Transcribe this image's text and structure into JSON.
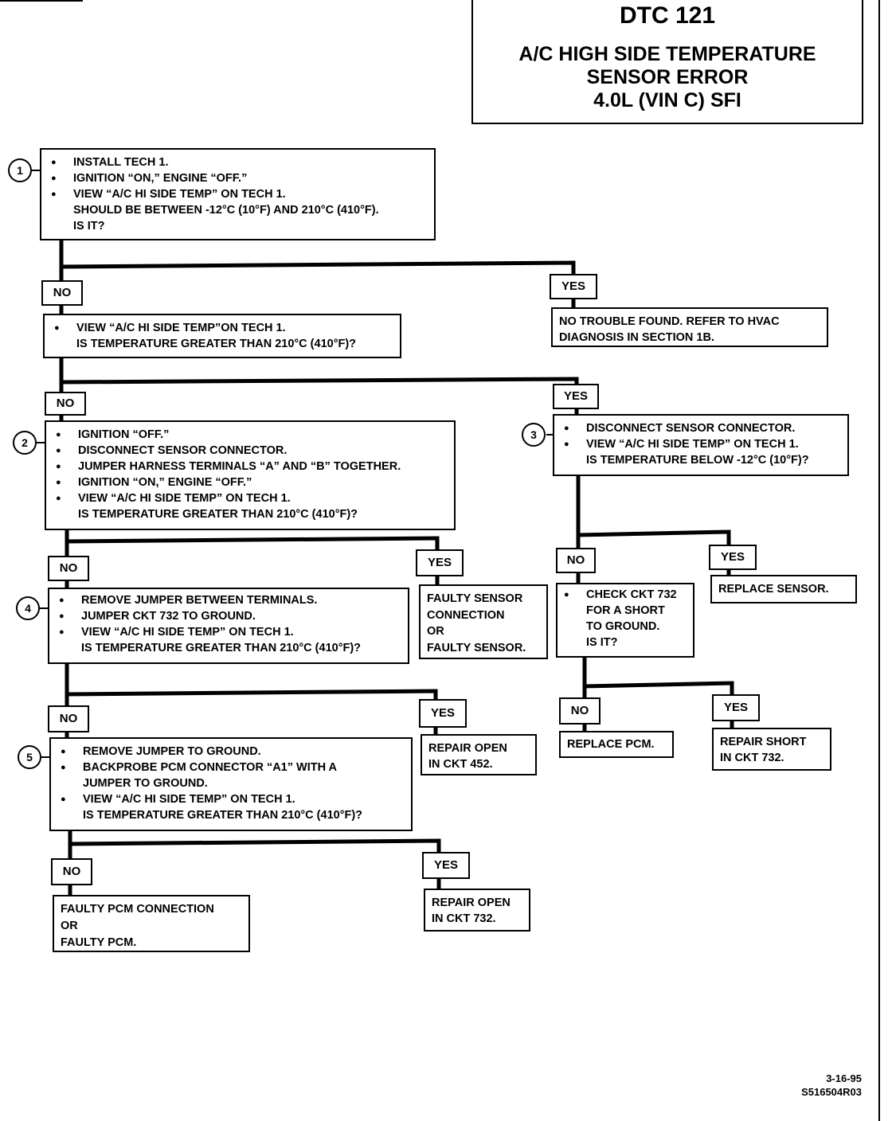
{
  "header": {
    "dtc": "DTC 121",
    "title_line1": "A/C HIGH SIDE TEMPERATURE",
    "title_line2": "SENSOR ERROR",
    "title_line3": "4.0L  (VIN C)  SFI"
  },
  "steps": {
    "s1": {
      "num": "1",
      "lines": [
        "INSTALL TECH 1.",
        "IGNITION “ON,” ENGINE “OFF.”",
        "VIEW “A/C HI SIDE TEMP” ON TECH 1."
      ],
      "cont": [
        "SHOULD BE BETWEEN -12°C (10°F) AND 210°C (410°F).",
        "IS IT?"
      ]
    },
    "s1b": {
      "lines": [
        "VIEW “A/C HI SIDE TEMP”ON TECH 1."
      ],
      "cont": [
        "IS TEMPERATURE GREATER THAN 210°C (410°F)?"
      ]
    },
    "s2": {
      "num": "2",
      "lines": [
        "IGNITION “OFF.”",
        "DISCONNECT SENSOR CONNECTOR.",
        "JUMPER HARNESS TERMINALS “A” AND “B” TOGETHER.",
        "IGNITION “ON,” ENGINE “OFF.”",
        "VIEW “A/C HI SIDE TEMP” ON TECH 1."
      ],
      "cont": [
        "IS TEMPERATURE GREATER THAN 210°C (410°F)?"
      ]
    },
    "s3": {
      "num": "3",
      "lines": [
        "DISCONNECT SENSOR CONNECTOR.",
        "VIEW “A/C HI SIDE TEMP” ON TECH 1."
      ],
      "cont": [
        "IS TEMPERATURE BELOW -12°C (10°F)?"
      ]
    },
    "s3b": {
      "lines": [
        "CHECK CKT 732"
      ],
      "cont": [
        "FOR A SHORT",
        "TO GROUND.",
        "IS IT?"
      ]
    },
    "s4": {
      "num": "4",
      "lines": [
        "REMOVE JUMPER BETWEEN TERMINALS.",
        "JUMPER CKT 732 TO GROUND.",
        "VIEW  “A/C HI SIDE TEMP” ON TECH 1."
      ],
      "cont": [
        "IS TEMPERATURE GREATER THAN 210°C (410°F)?"
      ]
    },
    "s5": {
      "num": "5",
      "lines": [
        "REMOVE JUMPER TO GROUND.",
        "BACKPROBE PCM CONNECTOR “A1” WITH A"
      ],
      "cont": [
        "JUMPER TO GROUND."
      ],
      "lines2": [
        "VIEW “A/C HI SIDE TEMP” ON TECH 1."
      ],
      "cont2": [
        "IS TEMPERATURE GREATER THAN 210°C (410°F)?"
      ]
    }
  },
  "results": {
    "r1": [
      "NO TROUBLE FOUND.  REFER TO HVAC",
      "DIAGNOSIS IN SECTION 1B."
    ],
    "r2": [
      "FAULTY SENSOR",
      "CONNECTION",
      "OR",
      "FAULTY SENSOR."
    ],
    "r3": [
      "REPLACE SENSOR."
    ],
    "r4": [
      "REPLACE PCM."
    ],
    "r5": [
      "REPAIR SHORT",
      "IN CKT 732."
    ],
    "r6": [
      "REPAIR OPEN",
      "IN CKT 452."
    ],
    "r7": [
      "FAULTY PCM CONNECTION",
      "OR",
      "FAULTY PCM."
    ],
    "r8": [
      "REPAIR OPEN",
      "IN CKT 732."
    ]
  },
  "labels": {
    "no": "NO",
    "yes": "YES"
  },
  "footer": {
    "date": "3-16-95",
    "code": "S516504R03"
  }
}
